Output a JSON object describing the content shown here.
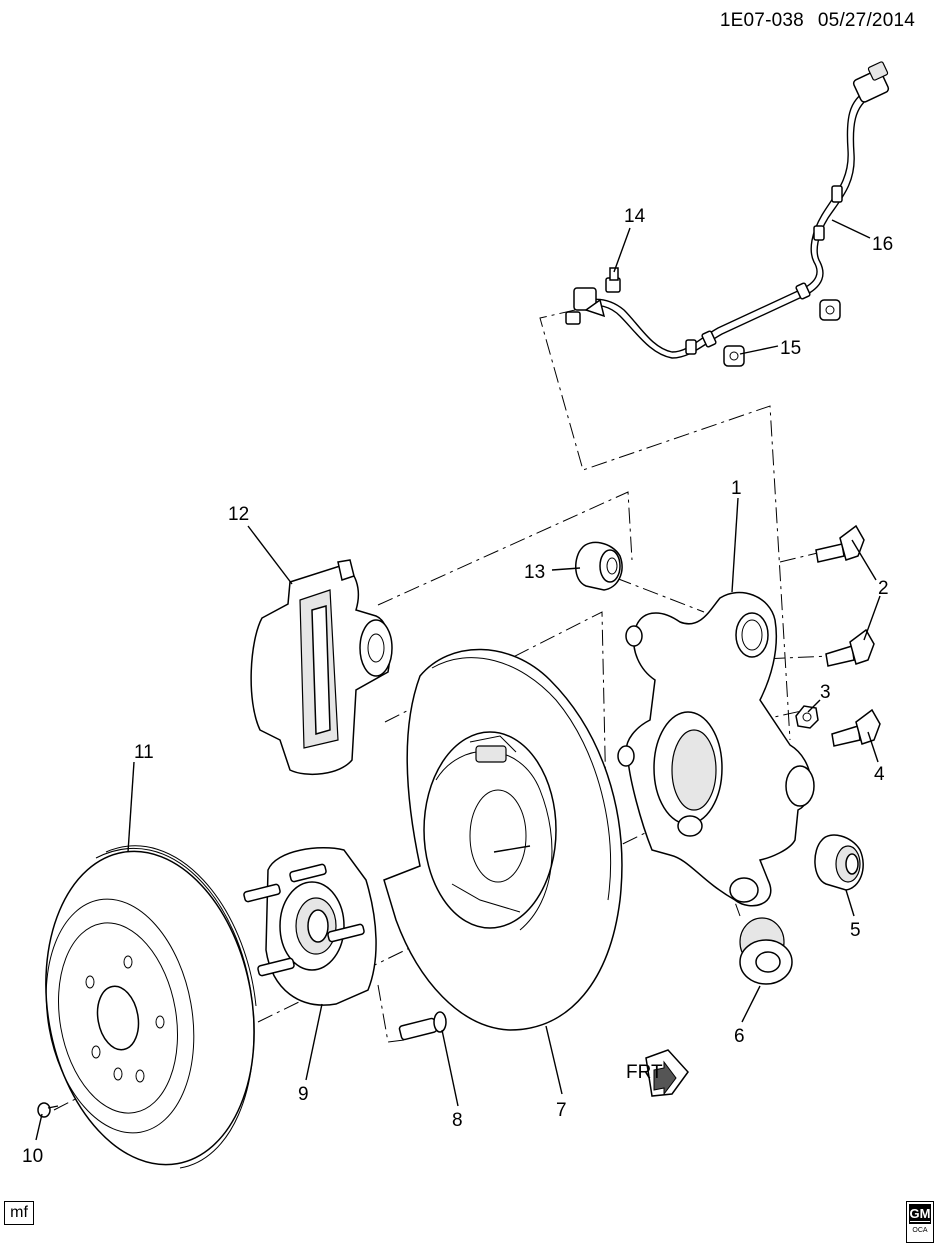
{
  "header": {
    "diagram_id": "1E07-038",
    "date": "05/27/2014"
  },
  "callouts": [
    "1",
    "2",
    "2",
    "3",
    "4",
    "5",
    "6",
    "7",
    "8",
    "9",
    "10",
    "11",
    "12",
    "13",
    "14",
    "15",
    "16"
  ],
  "arrow_label": "FRT",
  "footer": {
    "mf_label": "mf",
    "logo_text": "GM",
    "logo_sub": "OCA"
  }
}
